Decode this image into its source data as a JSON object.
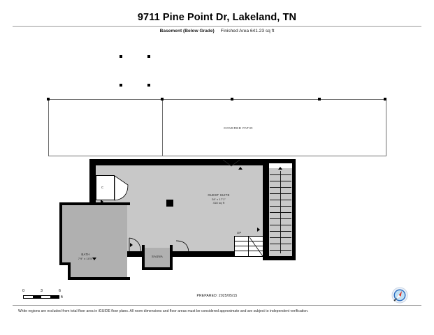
{
  "document": {
    "title": "9711 Pine Point Dr, Lakeland, TN",
    "level_label": "Basement (Below Grade)",
    "finished_area": "Finished Area 641.23 sq ft",
    "prepared": "PREPARED: 2025/05/15",
    "disclaimer": "White regions are excluded from total floor area in iGUIDE floor plans. All room dimensions and floor areas must be considered approximate and are subject to independent verification."
  },
  "scale": {
    "ticks": [
      "0",
      "3",
      "6"
    ],
    "unit": "ft"
  },
  "compass": {
    "icon": "compass-rose-icon",
    "needle_color": "#e03020",
    "dial_color": "#2f6fc0"
  },
  "plan": {
    "rooms": [
      {
        "id": "covered-patio",
        "name": "COVERED PATIO",
        "dimensions": "",
        "area": "",
        "excluded": true
      },
      {
        "id": "guest-suite",
        "name": "GUEST SUITE",
        "dimensions": "28' x 17'1\"",
        "area": "418 sq ft",
        "excluded": false
      },
      {
        "id": "bath",
        "name": "BATH",
        "dimensions": "7'9\" x 10'5\"",
        "area": "",
        "excluded": false
      },
      {
        "id": "sauna",
        "name": "SAUNA",
        "dimensions": "",
        "area": "",
        "excluded": false
      },
      {
        "id": "closet",
        "name": "C",
        "dimensions": "",
        "area": "",
        "excluded": false
      }
    ],
    "annotations": [
      {
        "id": "stair-up",
        "label": "UP"
      }
    ],
    "colors": {
      "wall": "#000000",
      "floor_fill": "#c8c8c8",
      "floor_fill_secondary": "#b0b0b0",
      "excluded_fill": "#ffffff",
      "outline": "#6f6f6f"
    }
  }
}
